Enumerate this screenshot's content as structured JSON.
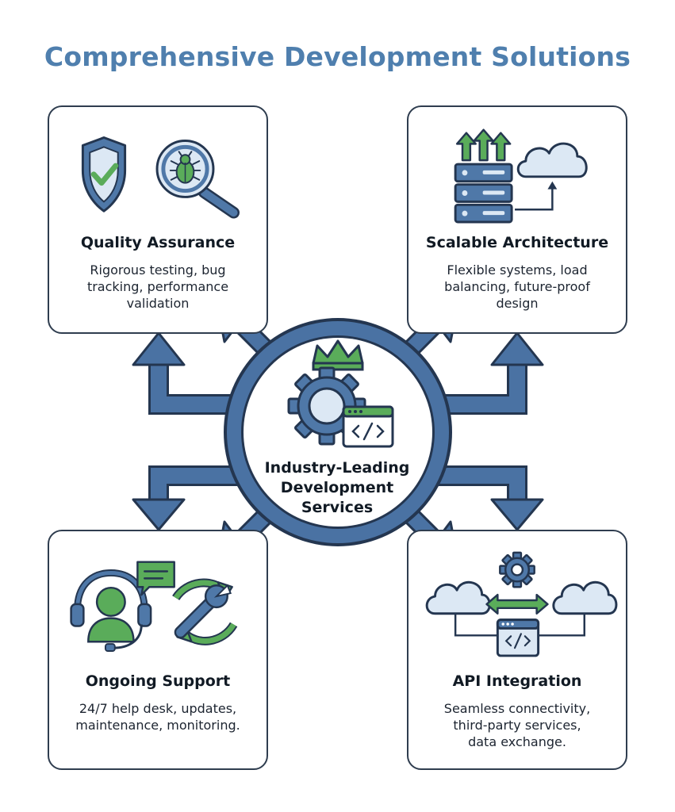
{
  "title": "Comprehensive Development Solutions",
  "hub": {
    "label_line1": "Industry-Leading",
    "label_line2": "Development",
    "label_line3": "Services",
    "icons": [
      "crown-icon",
      "gear-icon",
      "code-window-icon"
    ]
  },
  "cards": {
    "qa": {
      "title": "Quality Assurance",
      "desc_line1": "Rigorous testing, bug",
      "desc_line2": "tracking, performance",
      "desc_line3": "validation",
      "icons": [
        "shield-check-icon",
        "bug-magnifier-icon"
      ]
    },
    "sa": {
      "title": "Scalable Architecture",
      "desc_line1": "Flexible systems, load",
      "desc_line2": "balancing, future-proof",
      "desc_line3": "design",
      "icons": [
        "server-stack-icon",
        "up-arrows-icon",
        "cloud-icon"
      ]
    },
    "os": {
      "title": "Ongoing Support",
      "desc_line1": "24/7 help desk, updates,",
      "desc_line2": "maintenance, monitoring.",
      "icons": [
        "headset-agent-icon",
        "chat-bubble-icon",
        "wrench-cycle-icon"
      ]
    },
    "api": {
      "title": "API Integration",
      "desc_line1": "Seamless connectivity,",
      "desc_line2": "third-party services,",
      "desc_line3": "data exchange.",
      "icons": [
        "gear-icon",
        "cloud-icon",
        "bidirectional-arrow-icon",
        "code-window-icon"
      ]
    }
  },
  "colors": {
    "title": "#4f7fae",
    "hub_ring": "#4a72a3",
    "hub_ring_outline": "#243650",
    "icon_blue": "#4f78a8",
    "icon_light": "#dce8f4",
    "icon_green": "#5aac5a",
    "border": "#2f3d4f"
  }
}
